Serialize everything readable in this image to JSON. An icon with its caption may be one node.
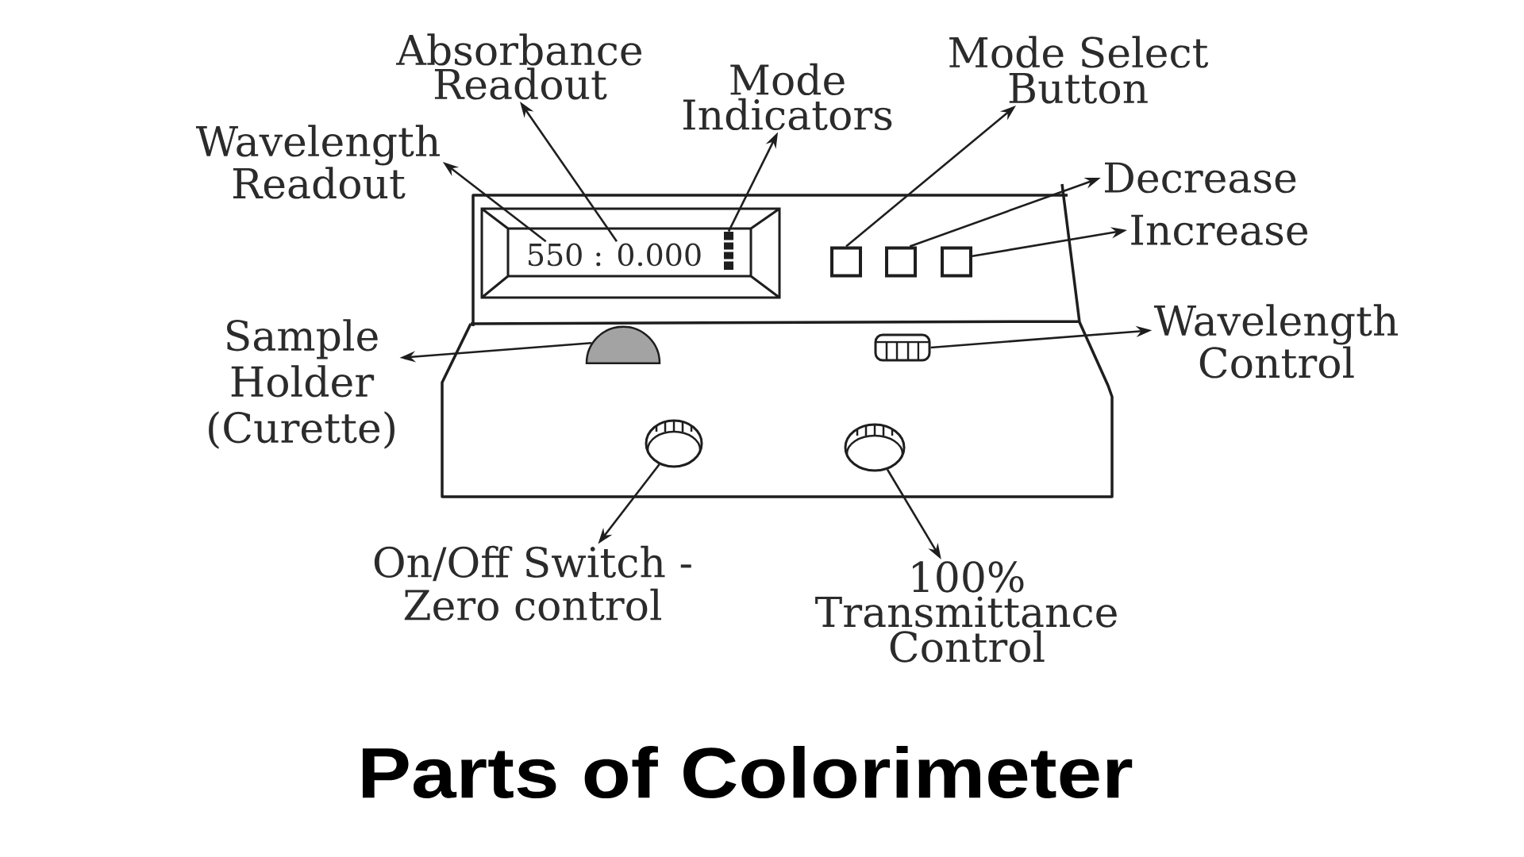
{
  "diagram": {
    "title": "Parts of Colorimeter",
    "nodes": [
      {
        "text": [
          "Absorbance Readout"
        ]
      },
      {
        "text": [
          "Mode Indicators"
        ]
      },
      {
        "text": [
          "Mode Select Button"
        ]
      },
      {
        "text": [
          "Wavelength Readout"
        ]
      },
      {
        "text": [
          "Decrease"
        ]
      },
      {
        "text": [
          "Increase"
        ]
      },
      {
        "text": [
          "550 : 0.000"
        ]
      },
      {
        "text": [],
        "shape": "bar",
        "in": 6
      },
      {
        "text": [],
        "shape": "box"
      },
      {
        "text": [],
        "shape": "box"
      },
      {
        "text": [],
        "shape": "box"
      },
      {
        "text": [
          "Sample Holder (Curette)"
        ]
      },
      {
        "text": [],
        "shape": "dome"
      },
      {
        "text": [],
        "shape": "cylinder"
      },
      {
        "text": [
          "Wavelength Control"
        ]
      },
      {
        "text": [],
        "shape": "circle"
      },
      {
        "text": [],
        "shape": "circle"
      },
      {
        "text": [
          "On/Off Switch - Zero control"
        ]
      },
      {
        "text": [
          "100% Transmittance Control"
        ]
      }
    ],
    "edges": [
      {
        "from": 6,
        "to": 3,
        "arrow": "to"
      },
      {
        "from": 6,
        "to": 0,
        "arrow": "to"
      },
      {
        "from": 7,
        "to": 1,
        "arrow": "to"
      },
      {
        "from": 8,
        "to": 2,
        "arrow": "to"
      },
      {
        "from": 9,
        "to": 4,
        "arrow": "to"
      },
      {
        "from": 10,
        "to": 5,
        "arrow": "to"
      },
      {
        "from": 13,
        "to": 14,
        "arrow": "to"
      },
      {
        "from": 12,
        "to": 11,
        "arrow": "to"
      },
      {
        "from": 15,
        "to": 17,
        "arrow": "to"
      },
      {
        "from": 16,
        "to": 18,
        "arrow": "to"
      }
    ]
  }
}
